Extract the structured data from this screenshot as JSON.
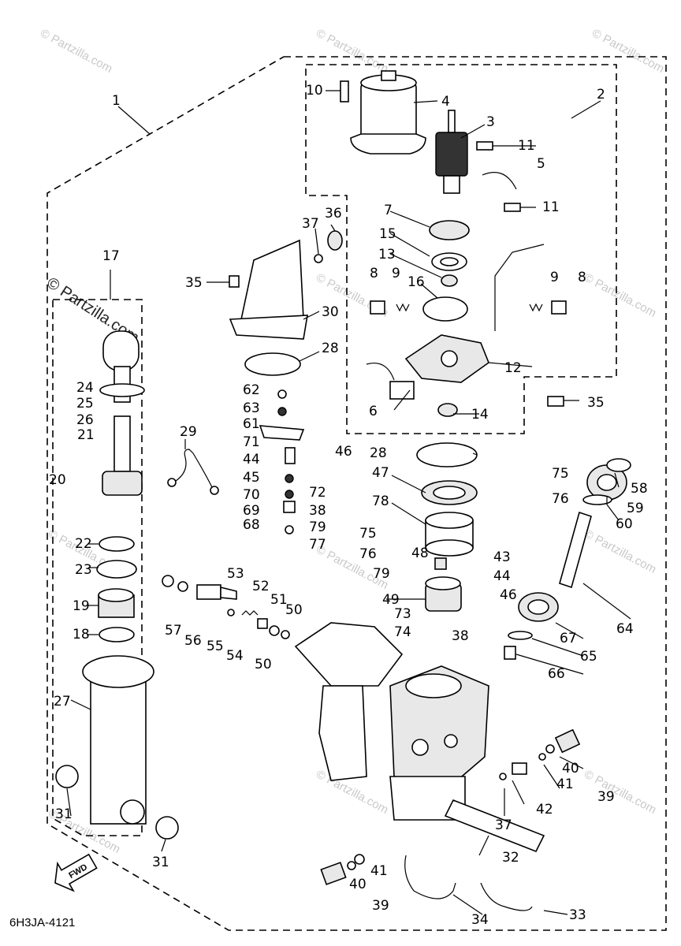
{
  "diagram": {
    "code": "6H3JA-4121",
    "fwd_label": "FWD",
    "watermark": "© Partzilla.com",
    "callouts": {
      "c1": "1",
      "c2": "2",
      "c3": "3",
      "c4": "4",
      "c5": "5",
      "c6": "6",
      "c7": "7",
      "c8a": "8",
      "c8b": "8",
      "c9a": "9",
      "c9b": "9",
      "c10": "10",
      "c11a": "11",
      "c11b": "11",
      "c12": "12",
      "c13": "13",
      "c14": "14",
      "c15": "15",
      "c16": "16",
      "c17": "17",
      "c18": "18",
      "c19": "19",
      "c20": "20",
      "c21": "21",
      "c22": "22",
      "c23": "23",
      "c24": "24",
      "c25": "25",
      "c26": "26",
      "c27": "27",
      "c28a": "28",
      "c28b": "28",
      "c29": "29",
      "c30": "30",
      "c31a": "31",
      "c31b": "31",
      "c32": "32",
      "c33": "33",
      "c34": "34",
      "c35a": "35",
      "c35b": "35",
      "c36": "36",
      "c37a": "37",
      "c37b": "37",
      "c38a": "38",
      "c38b": "38",
      "c39a": "39",
      "c39b": "39",
      "c40a": "40",
      "c40b": "40",
      "c41a": "41",
      "c41b": "41",
      "c42": "42",
      "c43": "43",
      "c44a": "44",
      "c44b": "44",
      "c45": "45",
      "c46a": "46",
      "c46b": "46",
      "c47": "47",
      "c48": "48",
      "c49": "49",
      "c50a": "50",
      "c50b": "50",
      "c51": "51",
      "c52": "52",
      "c53": "53",
      "c54": "54",
      "c55": "55",
      "c56": "56",
      "c57": "57",
      "c58": "58",
      "c59": "59",
      "c60": "60",
      "c61": "61",
      "c62": "62",
      "c63": "63",
      "c64": "64",
      "c65": "65",
      "c66": "66",
      "c67": "67",
      "c68": "68",
      "c69": "69",
      "c70": "70",
      "c71": "71",
      "c72": "72",
      "c73": "73",
      "c74": "74",
      "c75a": "75",
      "c75b": "75",
      "c76a": "76",
      "c76b": "76",
      "c77": "77",
      "c78": "78",
      "c79a": "79",
      "c79b": "79"
    }
  }
}
